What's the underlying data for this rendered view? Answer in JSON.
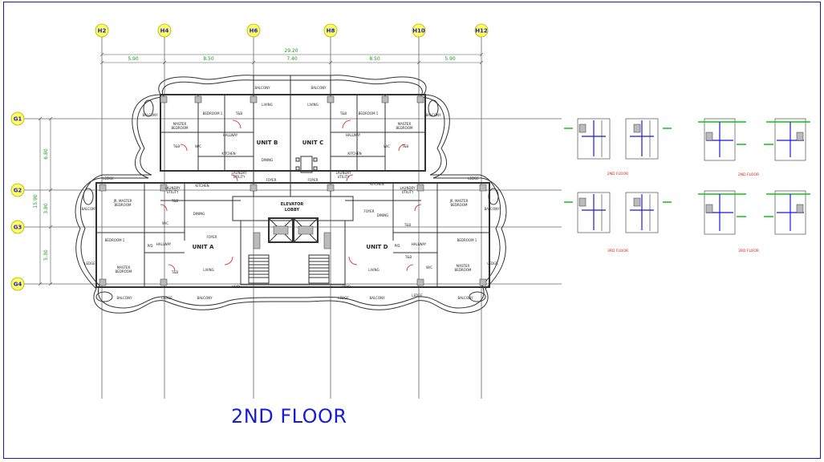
{
  "title": "2ND FLOOR",
  "grid": {
    "columns": [
      "H2",
      "H4",
      "H6",
      "H8",
      "H10",
      "H12"
    ],
    "rows": [
      "G1",
      "G2",
      "G3",
      "G4"
    ]
  },
  "dimensions": {
    "overall": "29.20",
    "spans": [
      "5.90",
      "8.50",
      "7.40",
      "8.50",
      "5.90"
    ],
    "vertical_overall": "15.90",
    "vertical_spans": [
      "6.80",
      "3.80",
      "5.30"
    ]
  },
  "units": [
    "UNIT A",
    "UNIT B",
    "UNIT C",
    "UNIT D"
  ],
  "rooms": {
    "elevator_lobby": [
      "ELEVATOR",
      "LOBBY"
    ],
    "foyer": "FOYER",
    "balcony": "BALCONY",
    "ledge": "LEDGE",
    "void": "VOID",
    "living": "LIVING",
    "dining": "DINING",
    "kitchen": "KITCHEN",
    "hallway": "HALLWAY",
    "bedroom_1": "BEDROOM 1",
    "master_bedroom": [
      "MASTER",
      "BEDROOM"
    ],
    "jr_master_bedroom": [
      "JR. MASTER",
      "BEDROOM"
    ],
    "laundry_utility": [
      "LAUNDRY",
      "UTILITY"
    ],
    "tb": "T&B",
    "wc": "W/C",
    "pd": "P/D"
  },
  "thumbnail_labels": [
    "2ND FLOOR",
    "2ND FLOOR",
    "3RD FLOOR",
    "3RD FLOOR"
  ],
  "colors": {
    "title": "#1a1ad8",
    "grid_bubble": "#ffff66",
    "dimension_text": "#16a016",
    "frame": "#1a1aa8",
    "thumbnail_label": "#d81a1a"
  }
}
